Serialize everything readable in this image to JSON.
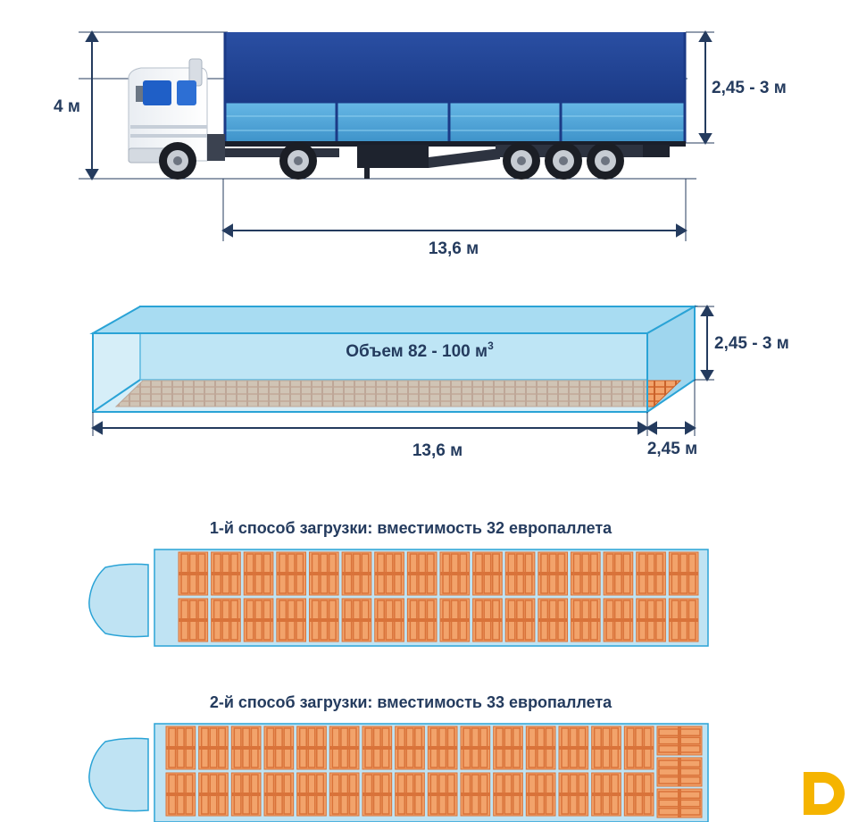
{
  "truck": {
    "height_total": "4 м",
    "height_body": "2,45 - 3 м",
    "length": "13,6 м"
  },
  "cargo_box": {
    "volume_prefix": "Объем 82 - 100 м",
    "volume_sup": "3",
    "height": "2,45 - 3 м",
    "length": "13,6 м",
    "width": "2,45 м"
  },
  "loading": [
    {
      "title": "1-й способ загрузки: вместимость 32 европаллета",
      "pallets": 32
    },
    {
      "title": "2-й способ загрузки: вместимость 33 европаллета",
      "pallets": 33
    }
  ],
  "colors": {
    "text": "#243b5e",
    "tarp_dark": "#1f3f8c",
    "tarp_light": "#4aa3d9",
    "box_fill": "#b5e0f2",
    "box_edge": "#2aa3d6",
    "pallet": "#d9733a",
    "pallet_light": "#f2a36b",
    "trailer_floor": "#bfe3f3",
    "logo": "#f5b400"
  },
  "icons": {
    "logo": "brand-logo-icon"
  }
}
